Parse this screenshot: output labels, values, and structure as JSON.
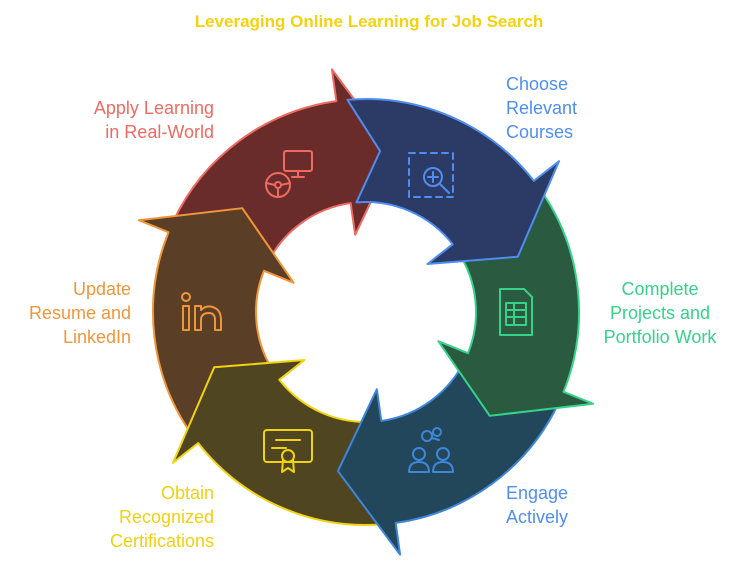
{
  "title": {
    "text": "Leveraging Online Learning for Job Search",
    "color": "#F5D20F"
  },
  "steps": [
    {
      "label": "Choose\nRelevant\nCourses",
      "text_color": "#4F8EF0",
      "fill": "#2C3A66",
      "stroke": "#4F8EF0",
      "icon": "search-document-icon"
    },
    {
      "label": "Complete\nProjects and\nPortfolio Work",
      "text_color": "#36D28A",
      "fill": "#2A5A3F",
      "stroke": "#36D28A",
      "icon": "spreadsheet-icon"
    },
    {
      "label": "Engage\nActively",
      "text_color": "#4F8EF0",
      "fill": "#22465A",
      "stroke": "#3E86D8",
      "icon": "collaboration-icon"
    },
    {
      "label": "Obtain\nRecognized\nCertifications",
      "text_color": "#EFD10E",
      "fill": "#4F4621",
      "stroke": "#F1D30F",
      "icon": "certificate-icon"
    },
    {
      "label": "Update\nResume and\nLinkedIn",
      "text_color": "#F0963A",
      "fill": "#5A3E25",
      "stroke": "#F0963A",
      "icon": "linkedin-icon"
    },
    {
      "label": "Apply Learning\nin Real-World",
      "text_color": "#EF6A62",
      "fill": "#6A2C2B",
      "stroke": "#EF6A62",
      "icon": "steering-monitor-icon"
    }
  ]
}
